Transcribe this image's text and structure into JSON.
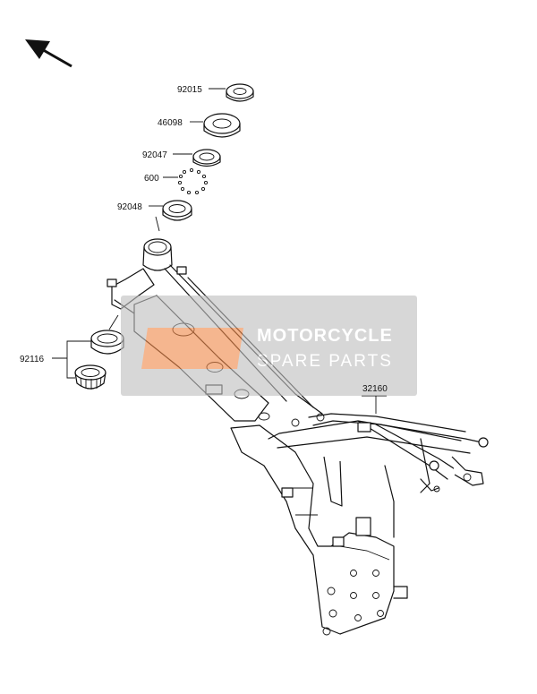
{
  "parts": [
    {
      "number": "92015"
    },
    {
      "number": "46098"
    },
    {
      "number": "92047"
    },
    {
      "number": "600"
    },
    {
      "number": "92048"
    },
    {
      "number": "92116"
    },
    {
      "number": "32160"
    }
  ],
  "watermark": {
    "title": "MOTORCYCLE",
    "subtitle": "SPARE PARTS",
    "badge_color": "#f08a4b",
    "panel_color": "#bfbfbf"
  },
  "direction_arrow": {
    "icon": "front-direction-arrow-icon"
  }
}
